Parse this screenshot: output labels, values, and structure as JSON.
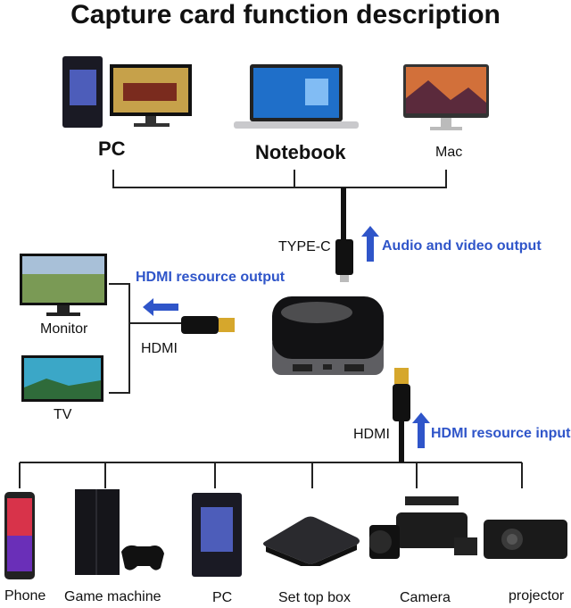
{
  "title": "Capture card function description",
  "top_devices": [
    {
      "label": "PC"
    },
    {
      "label": "Notebook"
    },
    {
      "label": "Mac"
    }
  ],
  "connectors": {
    "typec_label": "TYPE-C",
    "hdmi_out_label": "HDMI",
    "hdmi_in_label": "HDMI"
  },
  "annotations": {
    "audio_video_output": "Audio and video output",
    "hdmi_resource_output": "HDMI resource output",
    "hdmi_resource_input": "HDMI resource input"
  },
  "output_devices": [
    {
      "label": "Monitor"
    },
    {
      "label": "TV"
    }
  ],
  "input_devices": [
    {
      "label": "Phone"
    },
    {
      "label": "Game machine"
    },
    {
      "label": "PC"
    },
    {
      "label": "Set top box"
    },
    {
      "label": "Camera"
    },
    {
      "label": "projector"
    }
  ],
  "colors": {
    "accent_blue": "#2f55c9",
    "line": "#222222"
  }
}
